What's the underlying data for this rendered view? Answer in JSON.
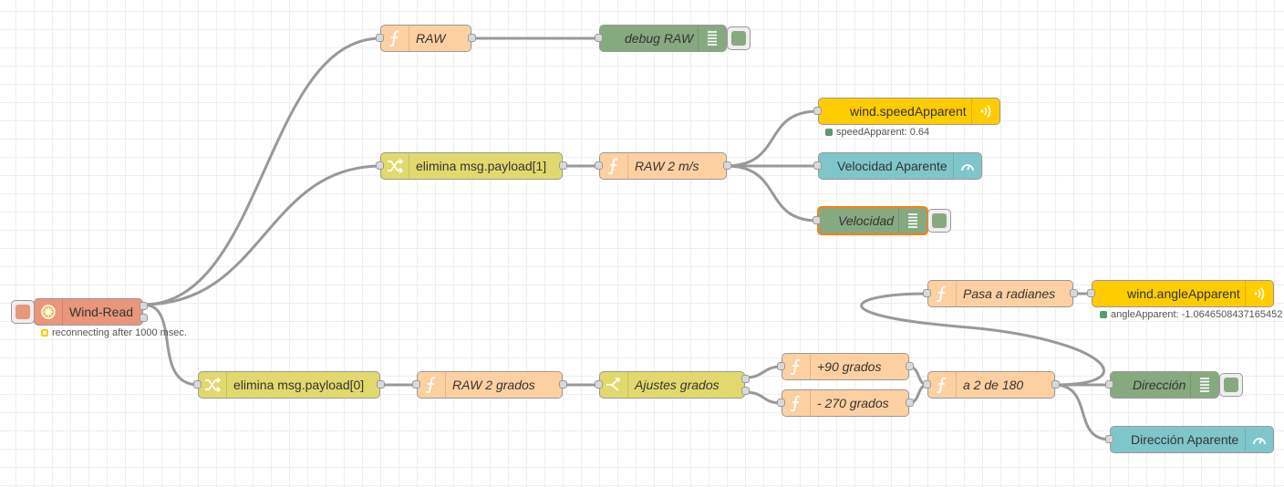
{
  "nodes": {
    "raw": {
      "label": "RAW",
      "icon": "function-icon"
    },
    "debug_raw": {
      "label": "debug RAW",
      "icon": "debug-list-icon"
    },
    "speed_text": {
      "label": "wind.speedApparent",
      "icon": "broadcast-icon",
      "status": "speedApparent: 0.64"
    },
    "elimina1": {
      "label": "elimina msg.payload[1]",
      "icon": "shuffle-icon"
    },
    "raw2ms": {
      "label": "RAW 2 m/s",
      "icon": "function-icon"
    },
    "vel_aparente": {
      "label": "Velocidad Aparente",
      "icon": "gauge-icon"
    },
    "velocidad": {
      "label": "Velocidad",
      "icon": "debug-list-icon"
    },
    "wind_read": {
      "label": "Wind-Read",
      "icon": "serial-icon",
      "status": "reconnecting after 1000 msec."
    },
    "pasa_rad": {
      "label": "Pasa a radianes",
      "icon": "function-icon"
    },
    "angle_text": {
      "label": "wind.angleApparent",
      "icon": "broadcast-icon",
      "status": "angleApparent: -1.0646508437165452"
    },
    "elimina0": {
      "label": "elimina msg.payload[0]",
      "icon": "shuffle-icon"
    },
    "raw2grados": {
      "label": "RAW 2 grados",
      "icon": "function-icon"
    },
    "ajustes": {
      "label": "Ajustes grados",
      "icon": "switch-icon"
    },
    "mas90": {
      "label": "+90 grados",
      "icon": "function-icon"
    },
    "menos270": {
      "label": "- 270 grados",
      "icon": "function-icon"
    },
    "a2de180": {
      "label": "a 2 de 180",
      "icon": "function-icon"
    },
    "direccion": {
      "label": "Dirección",
      "icon": "debug-list-icon"
    },
    "dir_aparente": {
      "label": "Dirección Aparente",
      "icon": "gauge-icon"
    }
  },
  "colors": {
    "function": "#fdd0a2",
    "change": "#e2d96e",
    "debug": "#87a980",
    "ui_text": "#ffcc00",
    "ui_gauge": "#7fc6cb",
    "serial": "#e9967a",
    "wire": "#999999",
    "selected": "#ff7f0e",
    "status_ok": "#5a9a6e",
    "status_warn": "#ffcc00"
  }
}
